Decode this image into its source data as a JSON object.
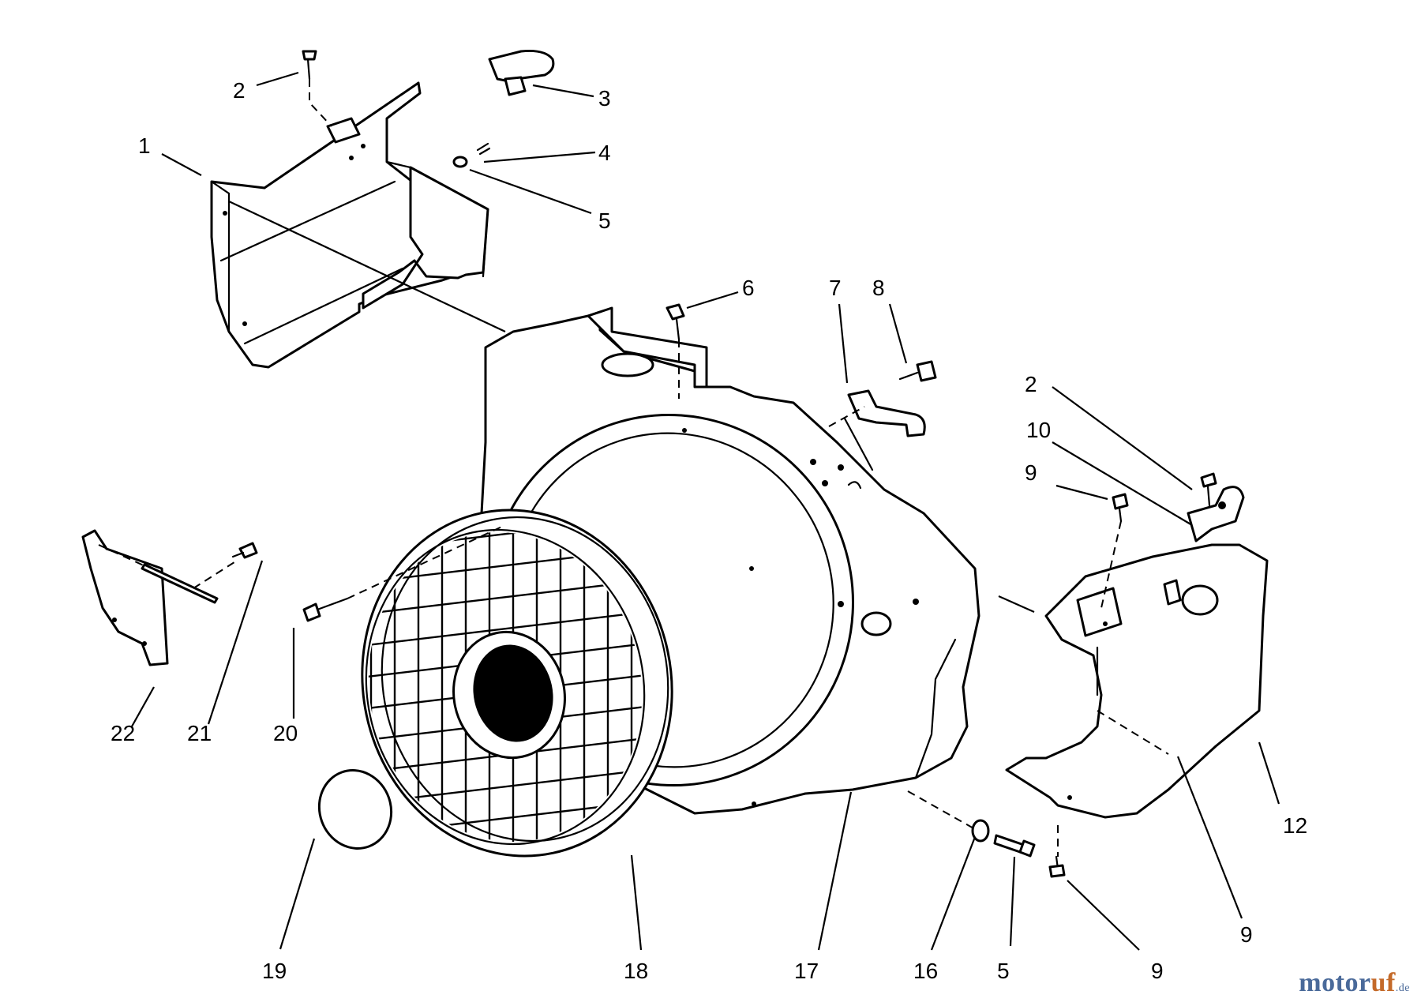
{
  "diagram": {
    "callouts": {
      "c1": "1",
      "c2a": "2",
      "c3": "3",
      "c4": "4",
      "c5a": "5",
      "c6": "6",
      "c7": "7",
      "c8": "8",
      "c2b": "2",
      "c10": "10",
      "c9a": "9",
      "c22": "22",
      "c21": "21",
      "c20": "20",
      "c12": "12",
      "c9b": "9",
      "c19": "19",
      "c18": "18",
      "c17": "17",
      "c16": "16",
      "c5b": "5",
      "c9c": "9"
    }
  },
  "watermark": {
    "part_a": "motor",
    "part_b": "uf",
    "part_c": ".de"
  }
}
